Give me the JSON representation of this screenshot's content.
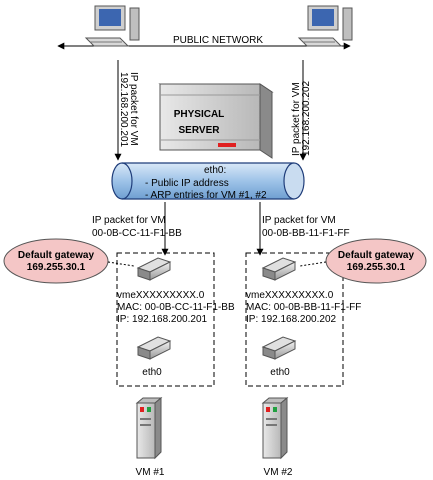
{
  "network": {
    "public_label": "PUBLIC NETWORK",
    "left_packet_line1": "IP packet for VM",
    "left_packet_line2": "192.168.200.201",
    "right_packet_line1": "IP packet for VM",
    "right_packet_line2": "192.168.200.202"
  },
  "server": {
    "title_line1": "PHYSICAL",
    "title_line2": "SERVER"
  },
  "tube": {
    "line1": "eth0:",
    "line2": "- Public IP address",
    "line3": "- ARP entries for VM #1, #2"
  },
  "left_packet": {
    "line1": "IP packet for VM",
    "line2": "00-0B-CC-11-F1-BB"
  },
  "right_packet": {
    "line1": "IP packet for VM",
    "line2": "00-0B-BB-11-F1-FF"
  },
  "left_gateway": {
    "line1": "Default gateway",
    "line2": "169.255.30.1"
  },
  "right_gateway": {
    "line1": "Default gateway",
    "line2": "169.255.30.1"
  },
  "vm1": {
    "iface": "vmeXXXXXXXXX.0",
    "mac": "MAC: 00-0B-CC-11-F1-BB",
    "ip": "IP: 192.168.200.201",
    "eth": "eth0",
    "label": "VM #1"
  },
  "vm2": {
    "iface": "vmeXXXXXXXXX.0",
    "mac": "MAC: 00-0B-BB-11-F1-FF",
    "ip": "IP: 192.168.200.202",
    "eth": "eth0",
    "label": "VM #2"
  },
  "colors": {
    "tube_fill": "#9ec3e8",
    "tube_stroke": "#1f3d7a",
    "gateway_fill": "#f4c6c6",
    "server_fill": "#cfcfcf",
    "led_red": "#e02020",
    "led_green": "#20a040"
  }
}
